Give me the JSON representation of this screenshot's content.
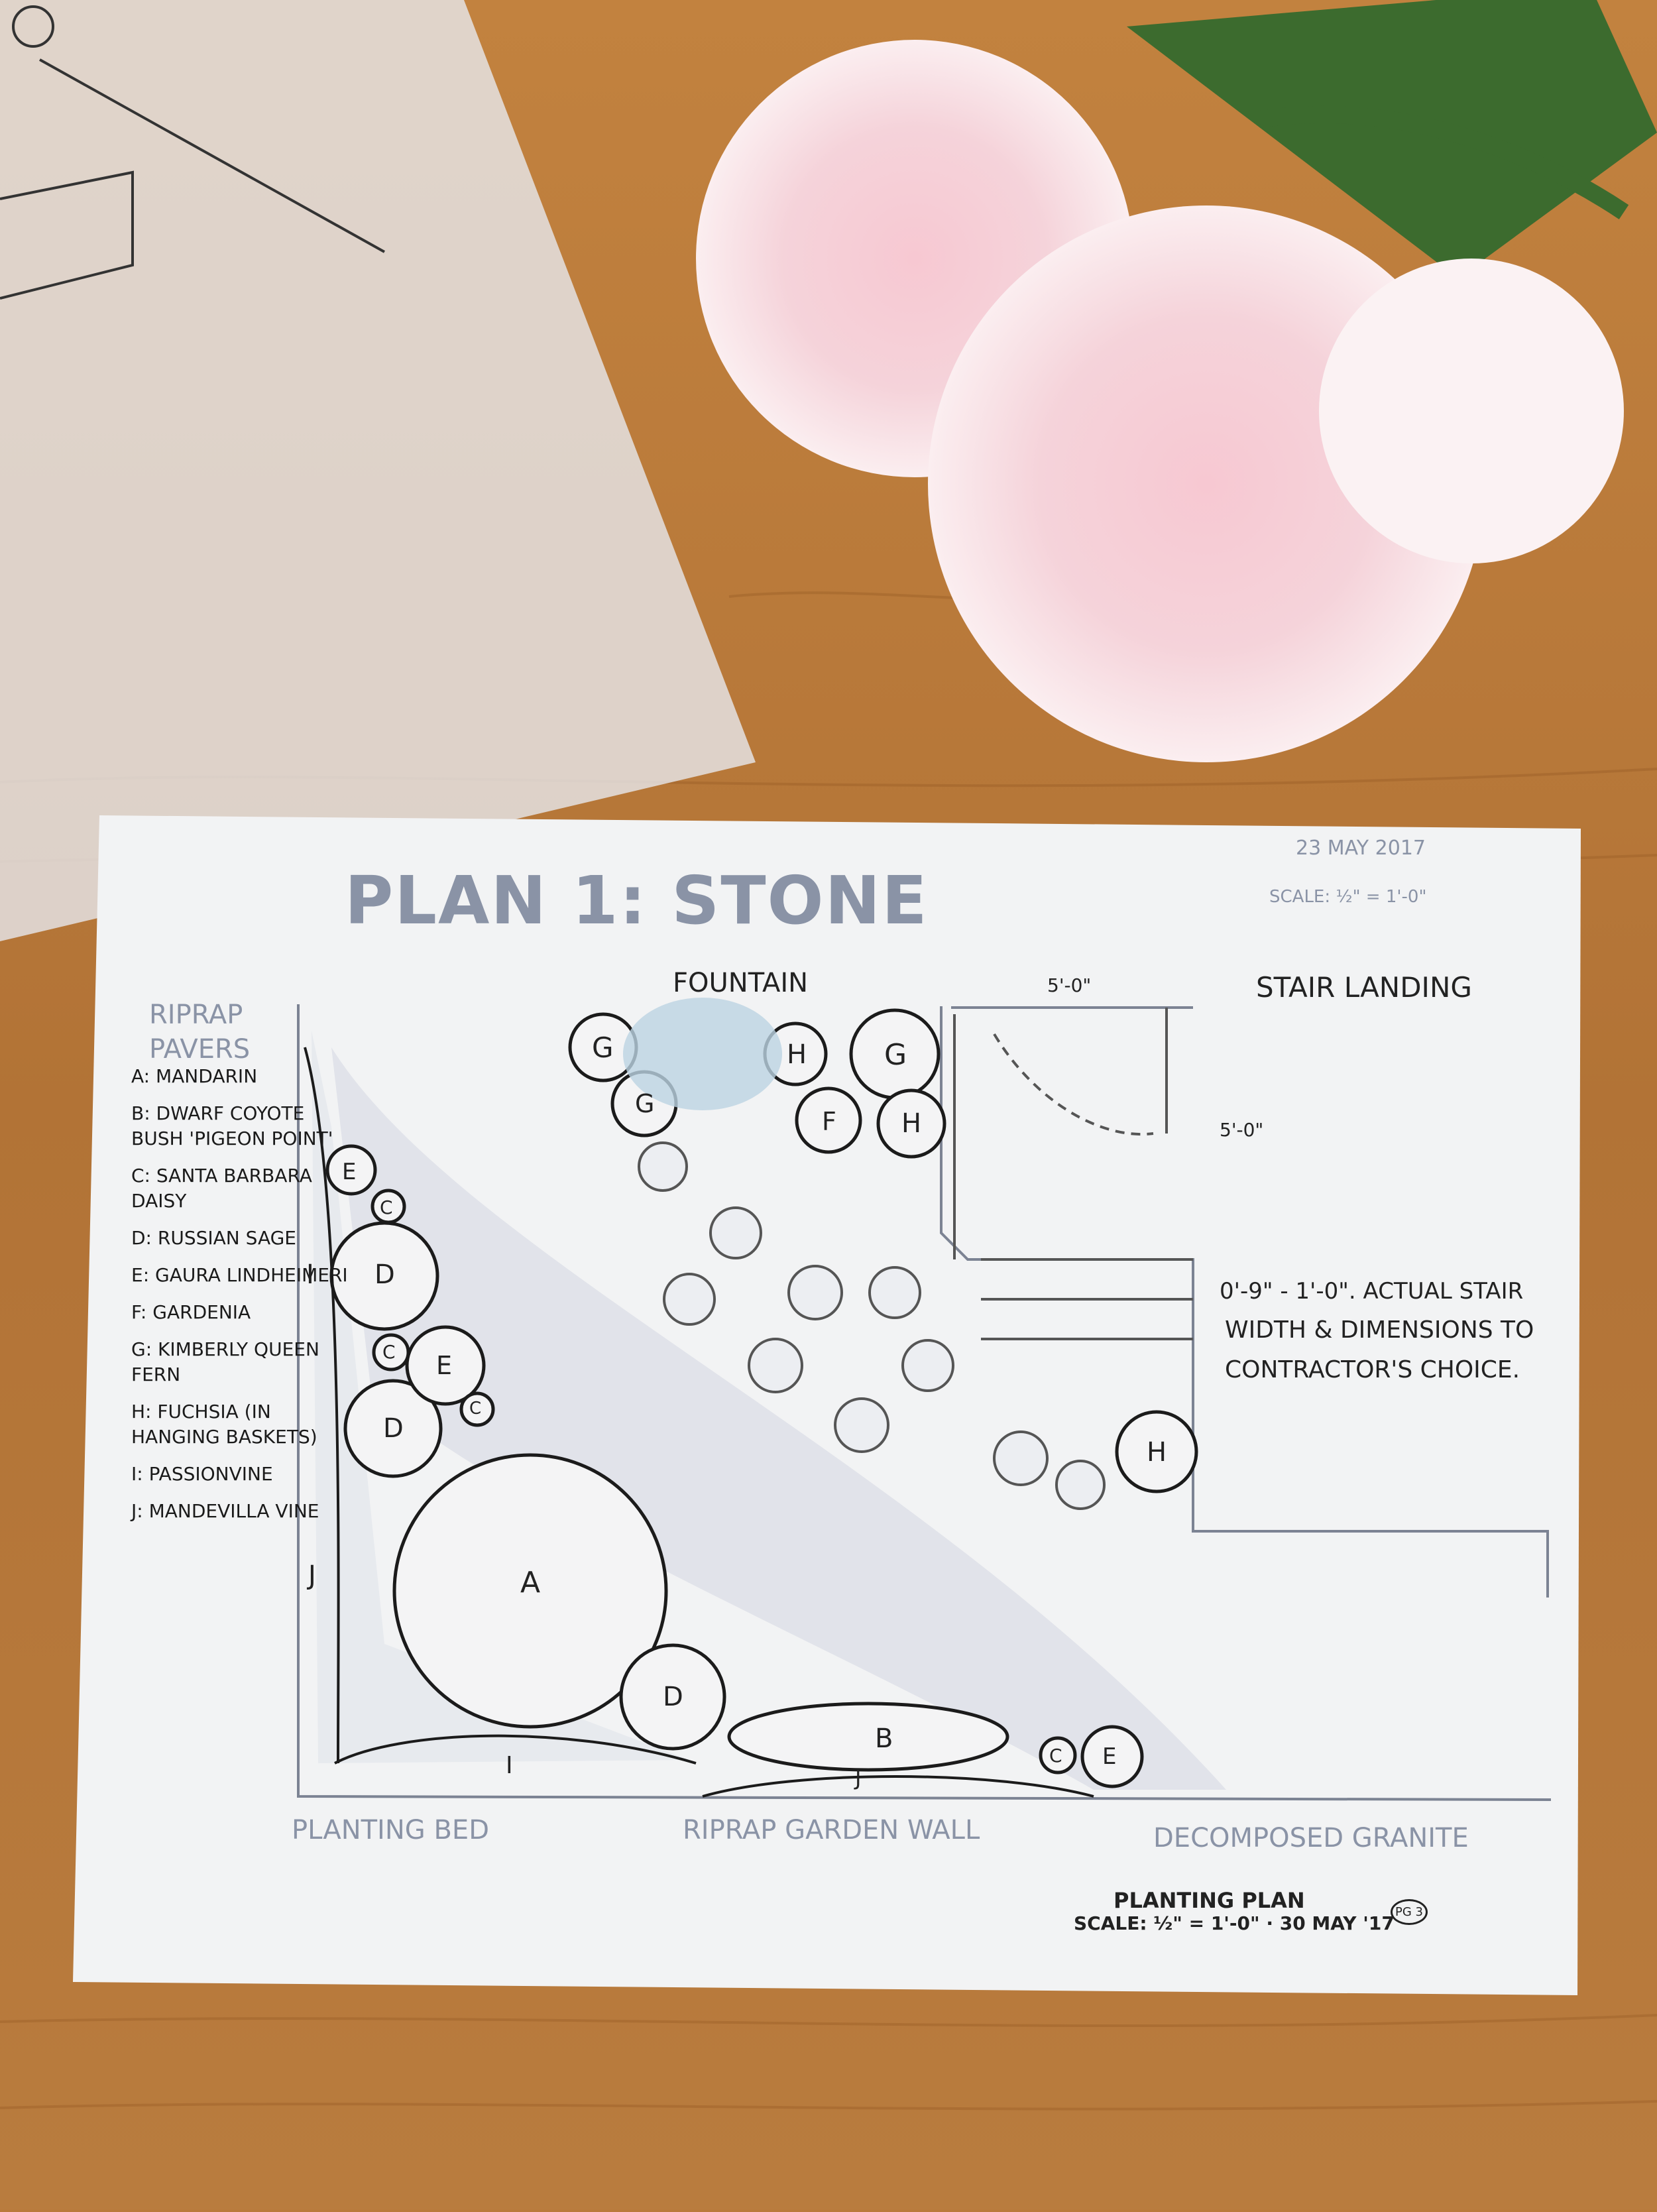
{
  "plan": {
    "title": "PLAN 1: STONE",
    "date": "23 MAY 2017",
    "scale_top": "SCALE: ½\" = 1'-0\"",
    "labels": {
      "riprap_pavers": "RIPRAP PAVERS",
      "fountain": "FOUNTAIN",
      "stair_landing": "STAIR LANDING",
      "dim_width": "5'-0\"",
      "dim_height": "5'-0\"",
      "stair_note_1": "0'-9\" - 1'-0\". ACTUAL STAIR",
      "stair_note_2": "WIDTH & DIMENSIONS TO",
      "stair_note_3": "CONTRACTOR'S CHOICE.",
      "planting_bed": "PLANTING BED",
      "riprap_wall": "RIPRAP GARDEN WALL",
      "decomposed_granite": "DECOMPOSED GRANITE"
    },
    "legend": [
      "A: MANDARIN",
      "B: DWARF COYOTE BUSH 'PIGEON POINT'",
      "C: SANTA BARBARA DAISY",
      "D: RUSSIAN SAGE",
      "E: GAURA LINDHEIMERI",
      "F: GARDENIA",
      "G: KIMBERLY QUEEN FERN",
      "H: FUCHSIA (IN HANGING BASKETS)",
      "I: PASSIONVINE",
      "J: MANDEVILLA VINE"
    ],
    "title_block": {
      "name": "PLANTING PLAN",
      "scale": "SCALE: ½\" = 1'-0\" · 30 MAY '17",
      "sheet": "PG 3"
    },
    "plant_tags": [
      "A",
      "B",
      "C",
      "C",
      "C",
      "C",
      "D",
      "D",
      "D",
      "E",
      "E",
      "E",
      "F",
      "G",
      "G",
      "G",
      "H",
      "H",
      "H",
      "I",
      "I",
      "J",
      "J"
    ]
  },
  "colors": {
    "wood": "#b97a3c",
    "vellum": "#f3f4f4",
    "ink": "#1b1b1b",
    "faint_ink": "#8a93a6",
    "peony": "#f4c9d3"
  }
}
